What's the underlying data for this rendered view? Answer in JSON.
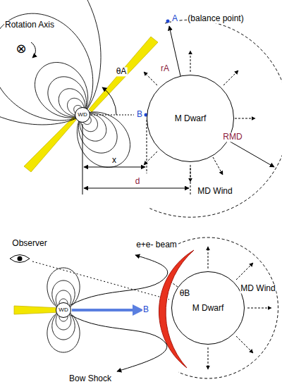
{
  "diagram": {
    "nodes": [
      {
        "text": [
          "WD"
        ]
      },
      {
        "text": [
          "M Dwarf"
        ]
      },
      {
        "text": [
          "WD"
        ]
      },
      {
        "text": [
          "M Dwarf"
        ]
      }
    ],
    "labels": [
      "Rotation Axis",
      "⊗",
      "A",
      "(balance point)",
      "θA",
      "rA",
      "RMD",
      "B",
      "x",
      "d",
      "MD Wind",
      "Observer",
      "e+e- beam",
      "B",
      "θB",
      "Bow Shock",
      "MD Wind"
    ]
  }
}
